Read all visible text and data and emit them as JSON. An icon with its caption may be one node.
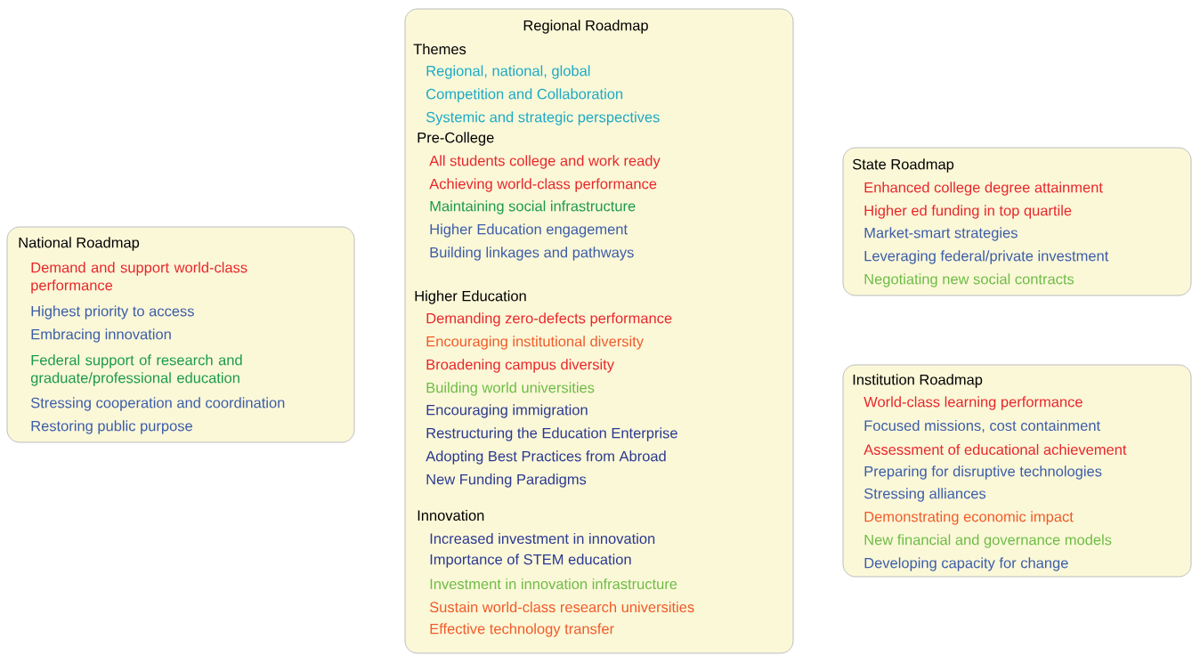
{
  "diagram": {
    "nodes": [
      {
        "text": [
          "National Roadmap",
          "Demand and support world-class performance",
          "Highest priority to access",
          "Embracing innovation",
          "Federal support of research and graduate/professional education",
          "Stressing cooperation and coordination",
          "Restoring public purpose"
        ]
      },
      {
        "text": [
          "Regional Roadmap",
          "Themes",
          "Regional, national, global",
          "Competition and Collaboration",
          "Systemic and strategic perspectives",
          "Pre-College",
          "All students college and work ready",
          "Achieving world-class performance",
          "Maintaining social infrastructure",
          "Higher Education engagement",
          "Building linkages and pathways",
          "Higher Education",
          "Demanding zero-defects performance",
          "Encouraging institutional diversity",
          "Broadening campus diversity",
          "Building world universities",
          "Encouraging immigration",
          "Restructuring the Education Enterprise",
          "Adopting Best Practices from Abroad",
          "New Funding Paradigms",
          "Innovation",
          "Increased investment in innovation",
          "Importance of STEM education",
          "Investment in innovation infrastructure",
          "Sustain world-class research universities",
          "Effective technology transfer"
        ]
      },
      {
        "text": [
          "State Roadmap",
          "Enhanced college degree attainment",
          "Higher ed funding in top quartile",
          "Market-smart strategies",
          "Leveraging federal/private investment",
          "Negotiating new social contracts"
        ]
      },
      {
        "text": [
          "Institution Roadmap",
          "World-class learning performance",
          "Focused missions, cost containment",
          "Assessment of educational achievement",
          "Preparing for disruptive technologies",
          "Stressing alliances",
          "Demonstrating economic impact",
          "New financial and governance models",
          "Developing capacity for change"
        ]
      }
    ]
  }
}
